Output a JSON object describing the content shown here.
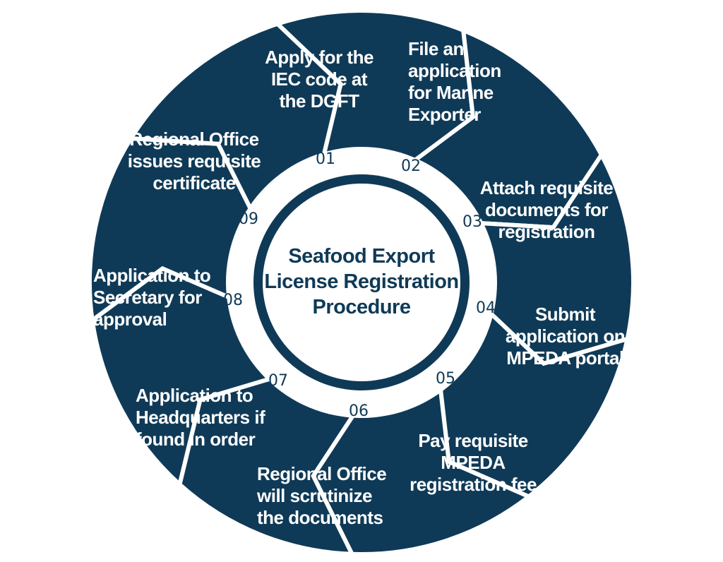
{
  "colors": {
    "navy": "#0f3a57",
    "white": "#ffffff"
  },
  "center": {
    "title": "Seafood Export\nLicense Registration\nProcedure"
  },
  "steps": [
    {
      "number": "01",
      "text": "Apply for the\nIEC code at\nthe DGFT"
    },
    {
      "number": "02",
      "text": "File an\napplication\nfor Marine\nExporter"
    },
    {
      "number": "03",
      "text": "Attach requisite\ndocuments for\nregistration"
    },
    {
      "number": "04",
      "text": "Submit\napplication on\nMPEDA portal"
    },
    {
      "number": "05",
      "text": "Pay requisite\nMPEDA\nregistration fee"
    },
    {
      "number": "06",
      "text": "Regional Office\nwill scrutinize\nthe documents"
    },
    {
      "number": "07",
      "text": "Application to\nHeadquarters if\nfound in order"
    },
    {
      "number": "08",
      "text": "Application to\nSecretary for\napproval"
    },
    {
      "number": "09",
      "text": "Regional Office\nissues requisite\ncertificate"
    }
  ]
}
